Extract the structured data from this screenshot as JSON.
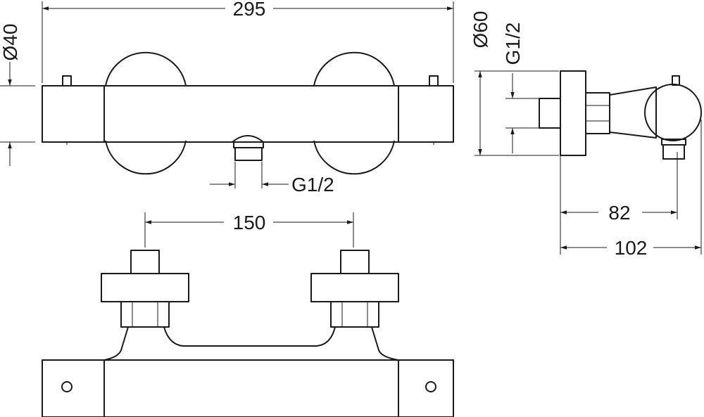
{
  "dimensions": {
    "overall_length": "295",
    "body_diameter": "Ø40",
    "front_outlet_thread": "G1/2",
    "inlet_spacing": "150",
    "flange_diameter": "Ø60",
    "side_inlet_thread": "G1/2",
    "projection_short": "82",
    "projection_total": "102"
  }
}
